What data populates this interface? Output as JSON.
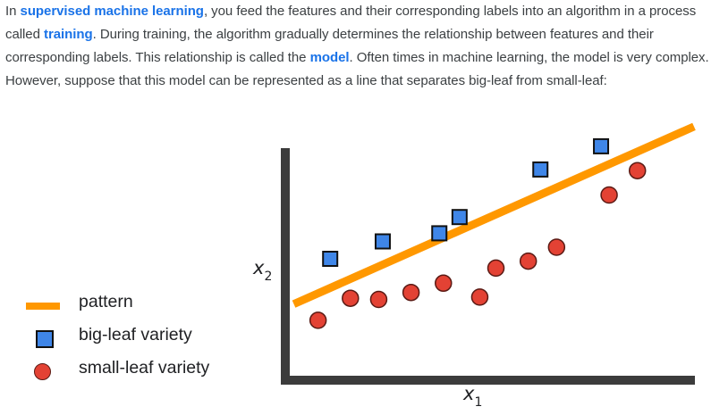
{
  "paragraph": {
    "t1": "In ",
    "k1": "supervised machine learning",
    "t2": ", you feed the features and their corresponding labels into an algorithm in a process called ",
    "k2": "training",
    "t3": ". During training, the algorithm gradually determines the relationship between features and their corresponding labels. This relationship is called the ",
    "k3": "model",
    "t4": ". Often times in machine learning, the model is very complex. However, suppose that this model can be represented as a line that separates big-leaf from small-leaf:"
  },
  "legend": {
    "pattern": "pattern",
    "big_leaf": "big-leaf variety",
    "small_leaf": "small-leaf variety"
  },
  "axes": {
    "x_var": "x",
    "x_sub": "1",
    "y_var": "x",
    "y_sub": "2"
  },
  "colors": {
    "keyword": "#1a73e8",
    "pattern_line": "#ff9800",
    "big_leaf_fill": "#3f86e8",
    "small_leaf_fill": "#e34234",
    "axis": "#3c3c3c"
  },
  "icons": {
    "big_leaf": "blue-square-marker",
    "small_leaf": "red-circle-marker"
  },
  "chart_data": {
    "type": "scatter",
    "xlabel": "x1",
    "ylabel": "x2",
    "xlim": [
      0,
      100
    ],
    "ylim": [
      0,
      100
    ],
    "grid": false,
    "legend_placement": "left",
    "series": [
      {
        "name": "big-leaf variety",
        "marker": "square",
        "points": [
          [
            10,
            50
          ],
          [
            23,
            57.5
          ],
          [
            37,
            61
          ],
          [
            42,
            68
          ],
          [
            62,
            88.5
          ],
          [
            77,
            98.5
          ]
        ]
      },
      {
        "name": "small-leaf variety",
        "marker": "circle",
        "points": [
          [
            7,
            23.5
          ],
          [
            15,
            33
          ],
          [
            22,
            32.5
          ],
          [
            30,
            35.5
          ],
          [
            38,
            39.5
          ],
          [
            47,
            33.5
          ],
          [
            51,
            46
          ],
          [
            59,
            49
          ],
          [
            66,
            55
          ],
          [
            79,
            77.5
          ],
          [
            86,
            88
          ]
        ]
      },
      {
        "name": "pattern",
        "type": "line",
        "points": [
          [
            1,
            30.5
          ],
          [
            100,
            107
          ]
        ]
      }
    ]
  }
}
